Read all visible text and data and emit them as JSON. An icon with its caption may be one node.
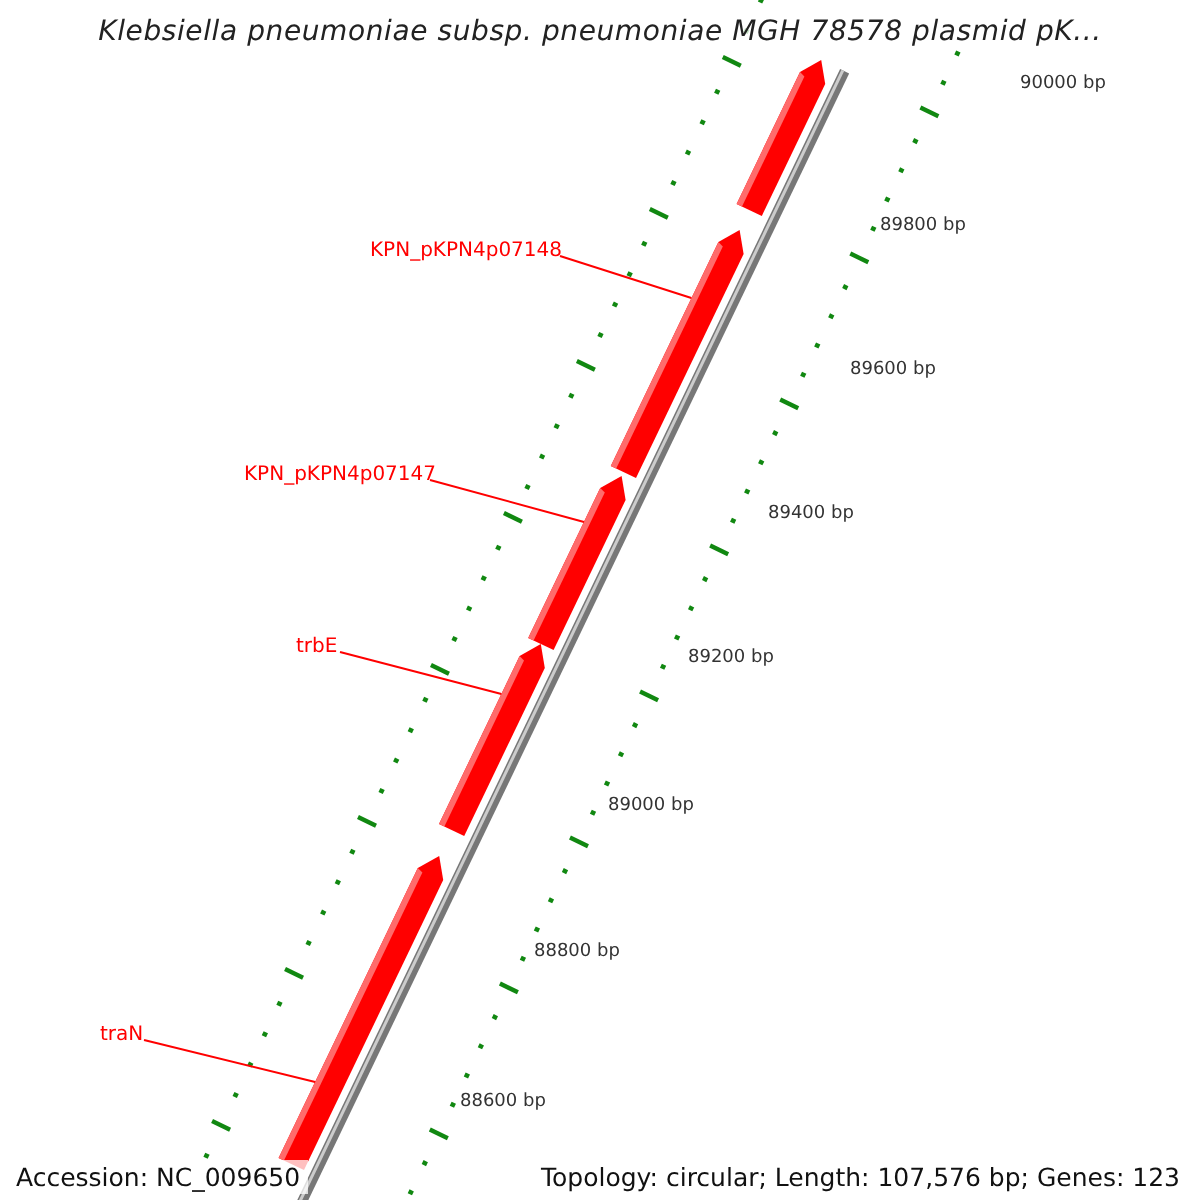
{
  "diagram": {
    "title": "Klebsiella pneumoniae subsp. pneumoniae MGH 78578 plasmid pK...",
    "nodes": [
      {
        "text": [
          "KPN_pKPN4p07148"
        ]
      },
      {
        "text": [
          "KPN_pKPN4p07147"
        ]
      },
      {
        "text": [
          "trbE"
        ]
      },
      {
        "text": [
          "traN"
        ]
      },
      {
        "text": [],
        "shape": "arrow"
      },
      {
        "text": [],
        "shape": "arrow"
      },
      {
        "text": [],
        "shape": "arrow"
      },
      {
        "text": [],
        "shape": "arrow"
      },
      {
        "text": [],
        "shape": "arrow"
      }
    ],
    "edges": [
      {
        "from": 0,
        "to": 5,
        "arrow": "none"
      },
      {
        "from": 1,
        "to": 6,
        "arrow": "none"
      },
      {
        "from": 2,
        "to": 7,
        "arrow": "none"
      },
      {
        "from": 3,
        "to": 8,
        "arrow": "none"
      }
    ],
    "labels": [
      "90000 bp",
      "89800 bp",
      "89600 bp",
      "89400 bp",
      "89200 bp",
      "89000 bp",
      "88800 bp",
      "88600 bp",
      "Accession: NC_009650",
      "Topology: circular; Length: 107,576 bp; Genes: 123"
    ]
  }
}
